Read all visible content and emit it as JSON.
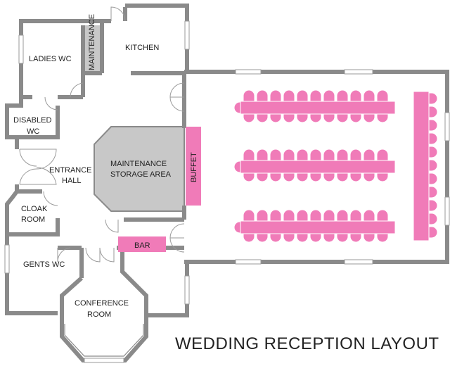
{
  "title": "WEDDING RECEPTION LAYOUT",
  "rooms": {
    "maintenance": "MAINTENANCE",
    "kitchen": "KITCHEN",
    "ladies_wc": "LADIES WC",
    "disabled_wc_1": "DISABLED",
    "disabled_wc_2": "WC",
    "entrance_hall_1": "ENTRANCE",
    "entrance_hall_2": "HALL",
    "storage_1": "MAINTENANCE",
    "storage_2": "STORAGE AREA",
    "buffet": "BUFFET",
    "cloak_1": "CLOAK",
    "cloak_2": "ROOM",
    "bar": "BAR",
    "gents_wc": "GENTS WC",
    "conference_1": "CONFERENCE",
    "conference_2": "ROOM"
  },
  "colors": {
    "pink": "#f07bb8",
    "wall": "#8a8a8a",
    "storage_fill": "#c8c8c8"
  }
}
